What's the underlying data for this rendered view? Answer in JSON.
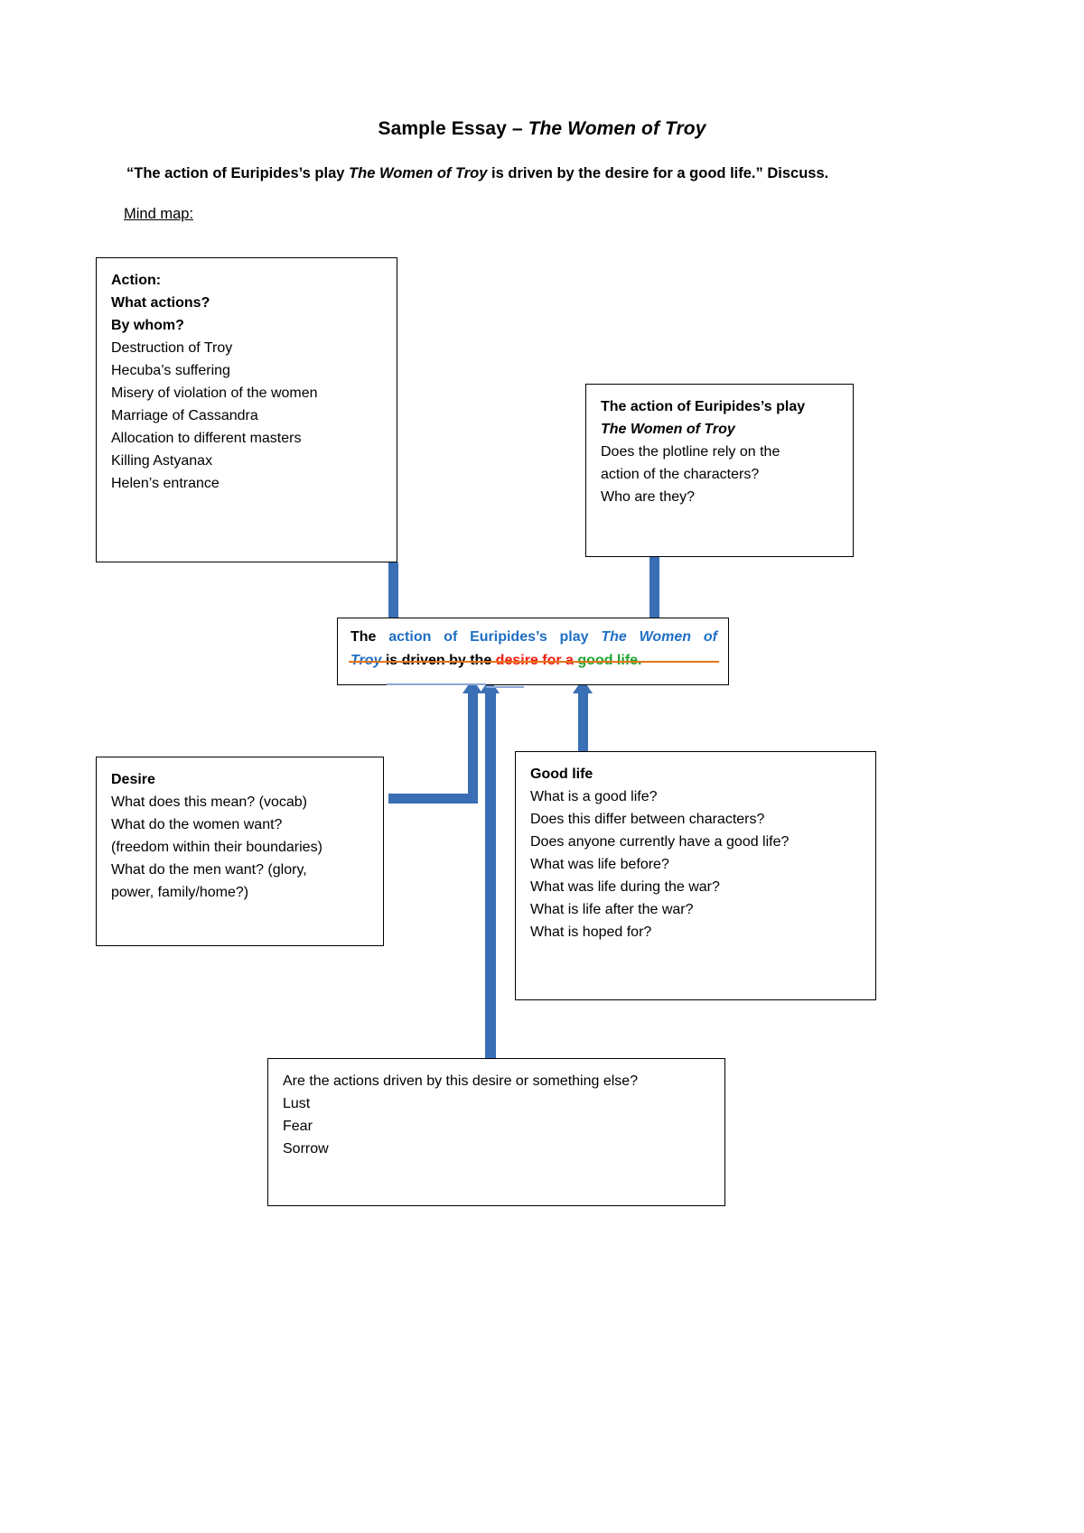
{
  "document": {
    "title_plain": "Sample Essay – ",
    "title_italic": "The Women of Troy",
    "prompt_part1": "“The action of Euripides’s play ",
    "prompt_italic": "The Women of Troy",
    "prompt_part2": " is driven by the desire for a good life.” Discuss.",
    "mindmap_label": "Mind map:"
  },
  "boxes": {
    "action": {
      "name": "Action",
      "lines": [
        "Action:",
        "What actions?",
        "By whom?",
        "Destruction of Troy",
        "Hecuba’s suffering",
        "Misery of violation of the women",
        "Marriage of Cassandra",
        "Allocation to different masters",
        "Killing Astyanax",
        "Helen’s entrance"
      ],
      "bold_count": 3
    },
    "plot": {
      "name": "Plot question",
      "heading_plain": "The action of Euripides’s play",
      "heading_italic": "The Women of Troy",
      "lines": [
        "Does the plotline rely on the",
        "action of the characters?",
        "Who are they?"
      ]
    },
    "desire": {
      "name": "Desire",
      "heading": "Desire",
      "lines": [
        "What does this mean? (vocab)",
        "What do the women want?",
        "(freedom within their boundaries)",
        "What do the men want? (glory,",
        "power, family/home?)"
      ]
    },
    "goodlife": {
      "name": "Good life",
      "heading": "Good life",
      "lines": [
        "What is a good life?",
        "Does this differ between characters?",
        "Does anyone currently have a good life?",
        "What was life before?",
        "What was life during the war?",
        "What is life after the war?",
        "What is hoped for?"
      ]
    },
    "bottom": {
      "name": "Driving force",
      "lines": [
        "Are the actions driven by this desire or something else?",
        "Lust",
        "Fear",
        "Sorrow"
      ]
    },
    "thesis": {
      "name": "Thesis statement",
      "seg_the": "The",
      "seg_blue_a": "action",
      "seg_blue_b": "of",
      "seg_blue_c": "Euripides’s",
      "seg_blue_d": "play",
      "seg_blue_italic1": "The",
      "seg_blue_italic2": "Women",
      "seg_blue_italic3": "of",
      "seg_blue_italic4": "Troy",
      "seg_black2": "is driven by the",
      "seg_red": "desire for a",
      "seg_green": "good life."
    }
  },
  "colors": {
    "blue_text": "#1F6FC4",
    "red_text": "#EE1B11",
    "green_text": "#1FA331",
    "orange_strike": "#E8751A",
    "arrow_blue": "#3A6EB5",
    "underline_blue": "#8BA7D4",
    "border_black": "#000000",
    "background": "#FFFFFF"
  }
}
